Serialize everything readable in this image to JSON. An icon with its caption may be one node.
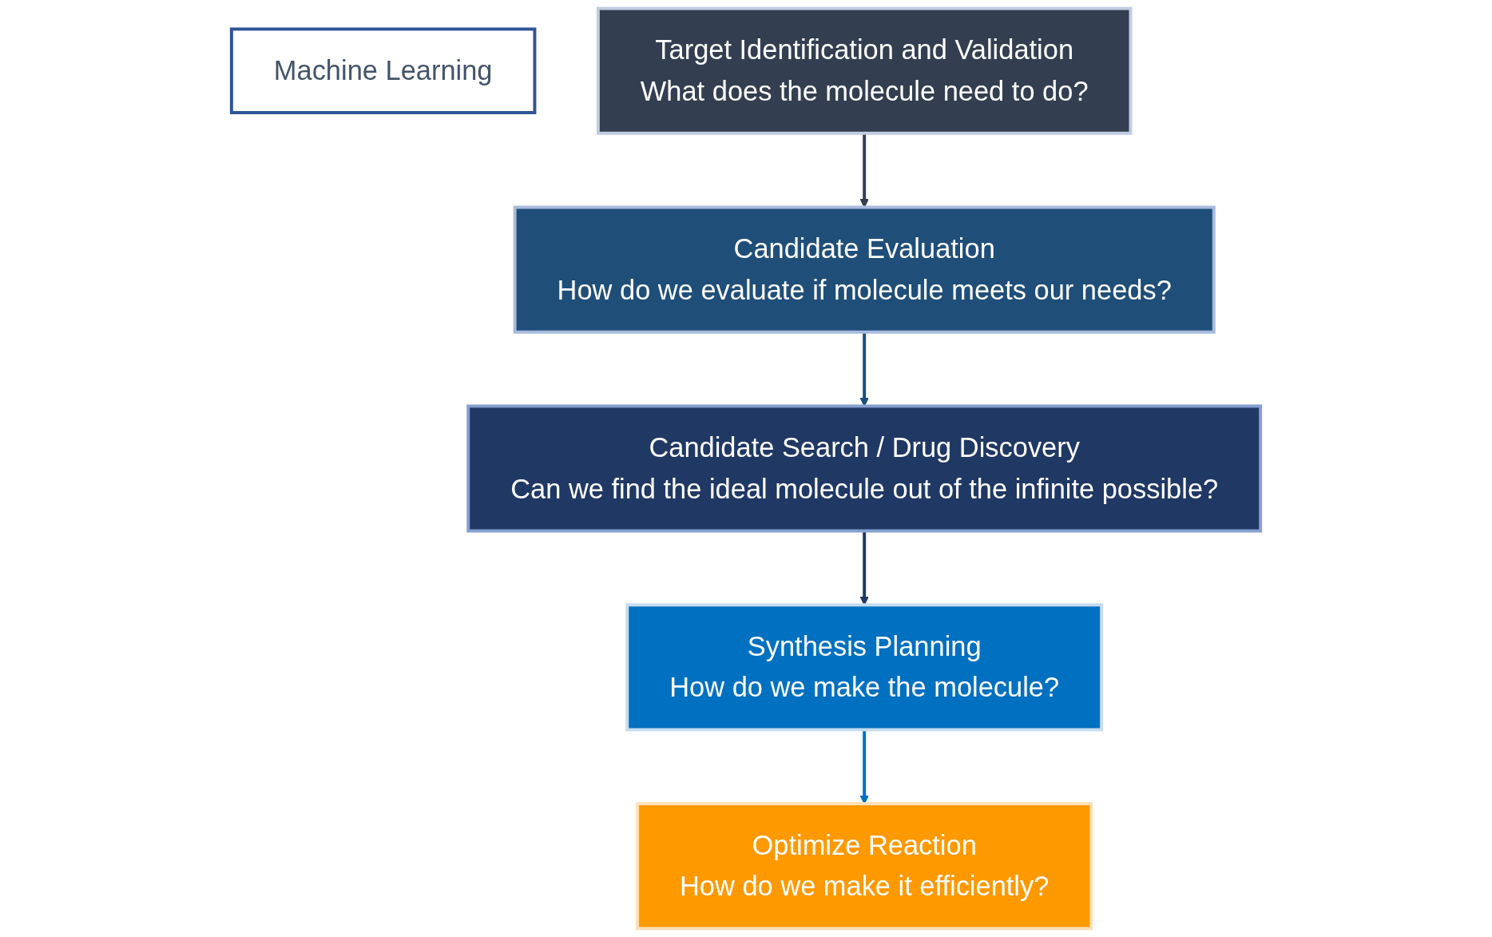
{
  "diagram": {
    "nodes": [
      {
        "text": [
          "Machine Learning"
        ]
      },
      {
        "text": [
          "Target Identification and Validation",
          "What does the molecule need to do?"
        ]
      },
      {
        "text": [
          "Candidate Evaluation",
          "How do we evaluate if molecule meets our needs?"
        ]
      },
      {
        "text": [
          "Candidate Search / Drug Discovery",
          "Can we find the ideal molecule out of the infinite possible?"
        ]
      },
      {
        "text": [
          "Synthesis Planning",
          "How do we make the molecule?"
        ]
      },
      {
        "text": [
          "Optimize Reaction",
          "How do we make it efficiently?"
        ]
      }
    ],
    "edges": [
      {
        "from": 1,
        "to": 2,
        "arrow": "to",
        "color": "#333f50"
      },
      {
        "from": 2,
        "to": 3,
        "arrow": "to",
        "color": "#1f4e79"
      },
      {
        "from": 3,
        "to": 4,
        "arrow": "to",
        "color": "#203864"
      },
      {
        "from": 4,
        "to": 5,
        "arrow": "to",
        "color": "#0070c0"
      }
    ]
  }
}
